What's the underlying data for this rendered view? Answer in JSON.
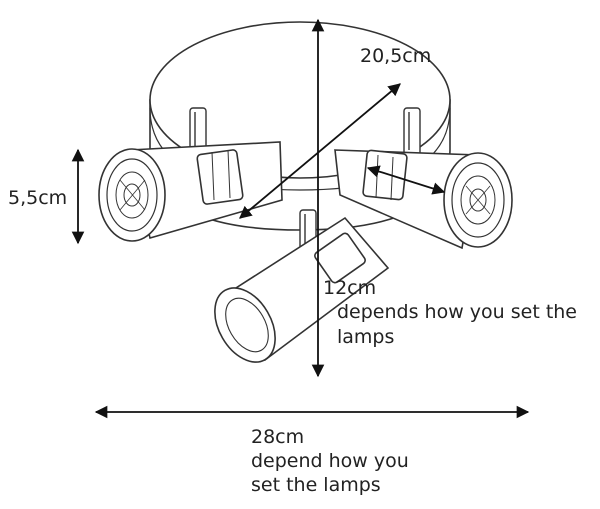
{
  "dimensions": {
    "diameter": "20,5cm",
    "spot_height": "5,5cm",
    "height": {
      "value": "12cm",
      "note_line1": "depends how you set the",
      "note_line2": "lamps"
    },
    "width": {
      "value": "28cm",
      "note_line1": "depend how you",
      "note_line2": "set the lamps"
    }
  }
}
